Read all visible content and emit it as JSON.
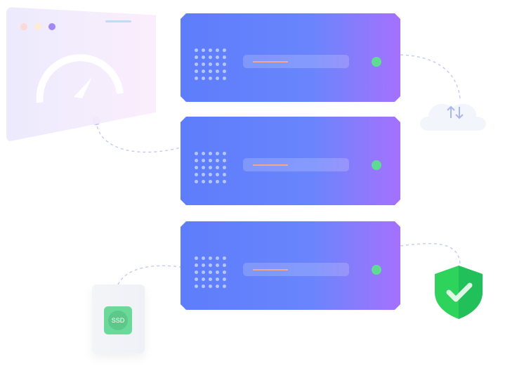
{
  "ssd_chip": {
    "label": "SSD"
  },
  "colors": {
    "server_start": "#5d7dfb",
    "server_end": "#a571fd",
    "led": "#5fdb94",
    "shield": "#2ed35c"
  },
  "servers": [
    {
      "status": "online"
    },
    {
      "status": "online"
    },
    {
      "status": "online"
    }
  ]
}
